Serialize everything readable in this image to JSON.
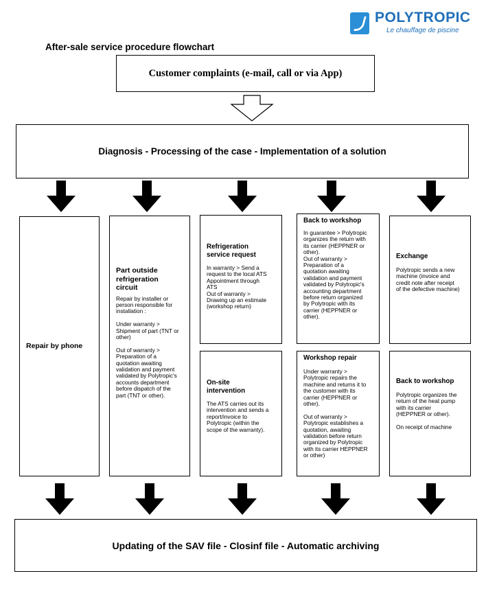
{
  "brand": {
    "name": "POLYTROPIC",
    "tagline": "Le chauffage de piscine",
    "logo_icon": "polytropic-logo-icon",
    "color": "#1f6fb8"
  },
  "title": "After-sale service procedure flowchart",
  "complaints": "Customer complaints (e-mail, call or via App)",
  "diagnosis": "Diagnosis - Processing of the case - Implementation of a solution",
  "final": "Updating of the SAV file - Closinf file - Automatic archiving",
  "col1": {
    "title": "Repair by phone"
  },
  "col2": {
    "title": "Part outside\nrefrigeration\ncircuit",
    "body": "Repair by installer or\nperson responsible for\ninstallation :\n\nUnder warranty >\nShipment of part (TNT or\nother)\n\nOut of warranty >\nPreparation of a\nquotation awaiting\nvalidation and payment\nvalidated by Polytropic's\naccounts department\nbefore dispatch of the\npart (TNT or other)."
  },
  "col3": {
    "top_title": "Refrigeration\nservice request",
    "top_body": "In warranty > Send a\nrequest to the local ATS\nAppointment through\nATS\nOut of warranty >\nDrawing up an estimate\n(workshop return)",
    "bottom_title": "On-site\nintervention",
    "bottom_body": "The ATS carries out its\nintervention and sends a\nreport/invoice to\nPolytropic (within the\nscope of the warranty)."
  },
  "col4": {
    "top_title": "Back to workshop",
    "top_body": "In guarantee > Polytropic\norganizes the return with\nits carrier (HEPPNER or\nother).\nOut of warranty >\nPreparation of a\nquotation awaiting\nvalidation and payment\nvalidated by Polytropic's\naccounting department\nbefore return organized\nby Polytropic with its\ncarrier (HEPPNER or\nother).",
    "bottom_title": "Workshop repair",
    "bottom_body": "Under warranty >\nPolytropic repairs the\nmachine and returns it to\nthe customer with its\ncarrier (HEPPNER or\nother).\n\nOut of warranty >\nPolytropic establishes a\nquotation, awaiting\nvalidation before return\norganized by Polytropic\nwith its carrier HEPPNER\nor other)"
  },
  "col5": {
    "top_title": "Exchange",
    "top_body": "Polytropic sends a new\nmachine (invoice and\ncredit note after receipt\nof the defective machine)",
    "bottom_title": "Back to workshop",
    "bottom_body": "Polytropic organizes the\nreturn of the heat pump\nwith its carrier\n(HEPPNER or other).\n\nOn receipt of machine"
  }
}
